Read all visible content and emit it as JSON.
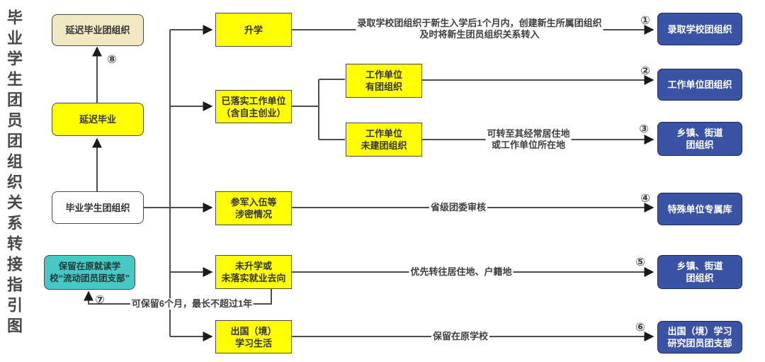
{
  "title": "毕业学生团员团组织关系转接指引图",
  "nodes": {
    "delayed_org": [
      "延迟毕业团组织"
    ],
    "delayed": [
      "延迟毕业"
    ],
    "grad_org": [
      "毕业学生团组织"
    ],
    "retain": [
      "保留在原就读学",
      "校“流动团员团支部”"
    ],
    "further_study": [
      "升学"
    ],
    "employed": [
      "已落实工作单位",
      "（含自主创业）"
    ],
    "work_has_org": [
      "工作单位",
      "有团组织"
    ],
    "work_no_org": [
      "工作单位",
      "未建团组织"
    ],
    "military": [
      "参军入伍等",
      "涉密情况"
    ],
    "no_study": [
      "未升学或",
      "未落实就业去向"
    ],
    "abroad": [
      "出国（境）",
      "学习生活"
    ]
  },
  "destinations": {
    "d1": [
      "录取学校团组织"
    ],
    "d2": [
      "工作单位团组织"
    ],
    "d3": [
      "乡镇、街道",
      "团组织"
    ],
    "d4": [
      "特殊单位专属库"
    ],
    "d5": [
      "乡镇、街道",
      "团组织"
    ],
    "d6": [
      "出国（境）学习",
      "研究团员团支部"
    ]
  },
  "annotations": {
    "enrollment": [
      "录取学校团组织于新生入学后1个月内，创建新生所属团组织",
      "及时将新生团员组织关系转入"
    ],
    "residence": [
      "可转至其经常居住地",
      "或工作单位所在地"
    ],
    "review": "省级团委审核",
    "priority": "优先转往居住地、户籍地",
    "retain_school": "保留在原学校",
    "retain_months": "可保留6个月，最长不超过1年"
  },
  "badges": {
    "b1": "①",
    "b2": "②",
    "b3": "③",
    "b4": "④",
    "b5": "⑤",
    "b6": "⑥",
    "b7": "⑦",
    "b8": "⑧"
  },
  "colors": {
    "branch_yellow": "#FFFF00",
    "delayed_tan": "#F0E7C3",
    "retain_cyan": "#48C8C4",
    "destination_blue": "#3A53A4",
    "connector_gray": "#4D4D4D"
  }
}
